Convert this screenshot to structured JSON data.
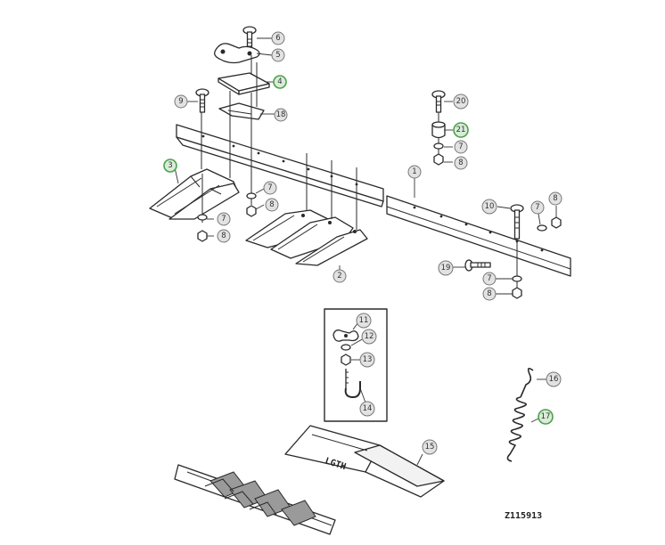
{
  "figure": {
    "id_label": "Z115913",
    "length_label": "LGTH"
  },
  "highlight_color": "#4aa24a",
  "callouts": {
    "c1": "1",
    "c2": "2",
    "c3": "3",
    "c4": "4",
    "c5": "5",
    "c6": "6",
    "c7a": "7",
    "c7b": "7",
    "c7c": "7",
    "c7d": "7",
    "c7e": "7",
    "c8a": "8",
    "c8b": "8",
    "c8c": "8",
    "c8d": "8",
    "c8e": "8",
    "c9": "9",
    "c10": "10",
    "c11": "11",
    "c12": "12",
    "c13": "13",
    "c14": "14",
    "c15": "15",
    "c16": "16",
    "c17": "17",
    "c18": "18",
    "c19": "19",
    "c20": "20",
    "c21": "21"
  }
}
